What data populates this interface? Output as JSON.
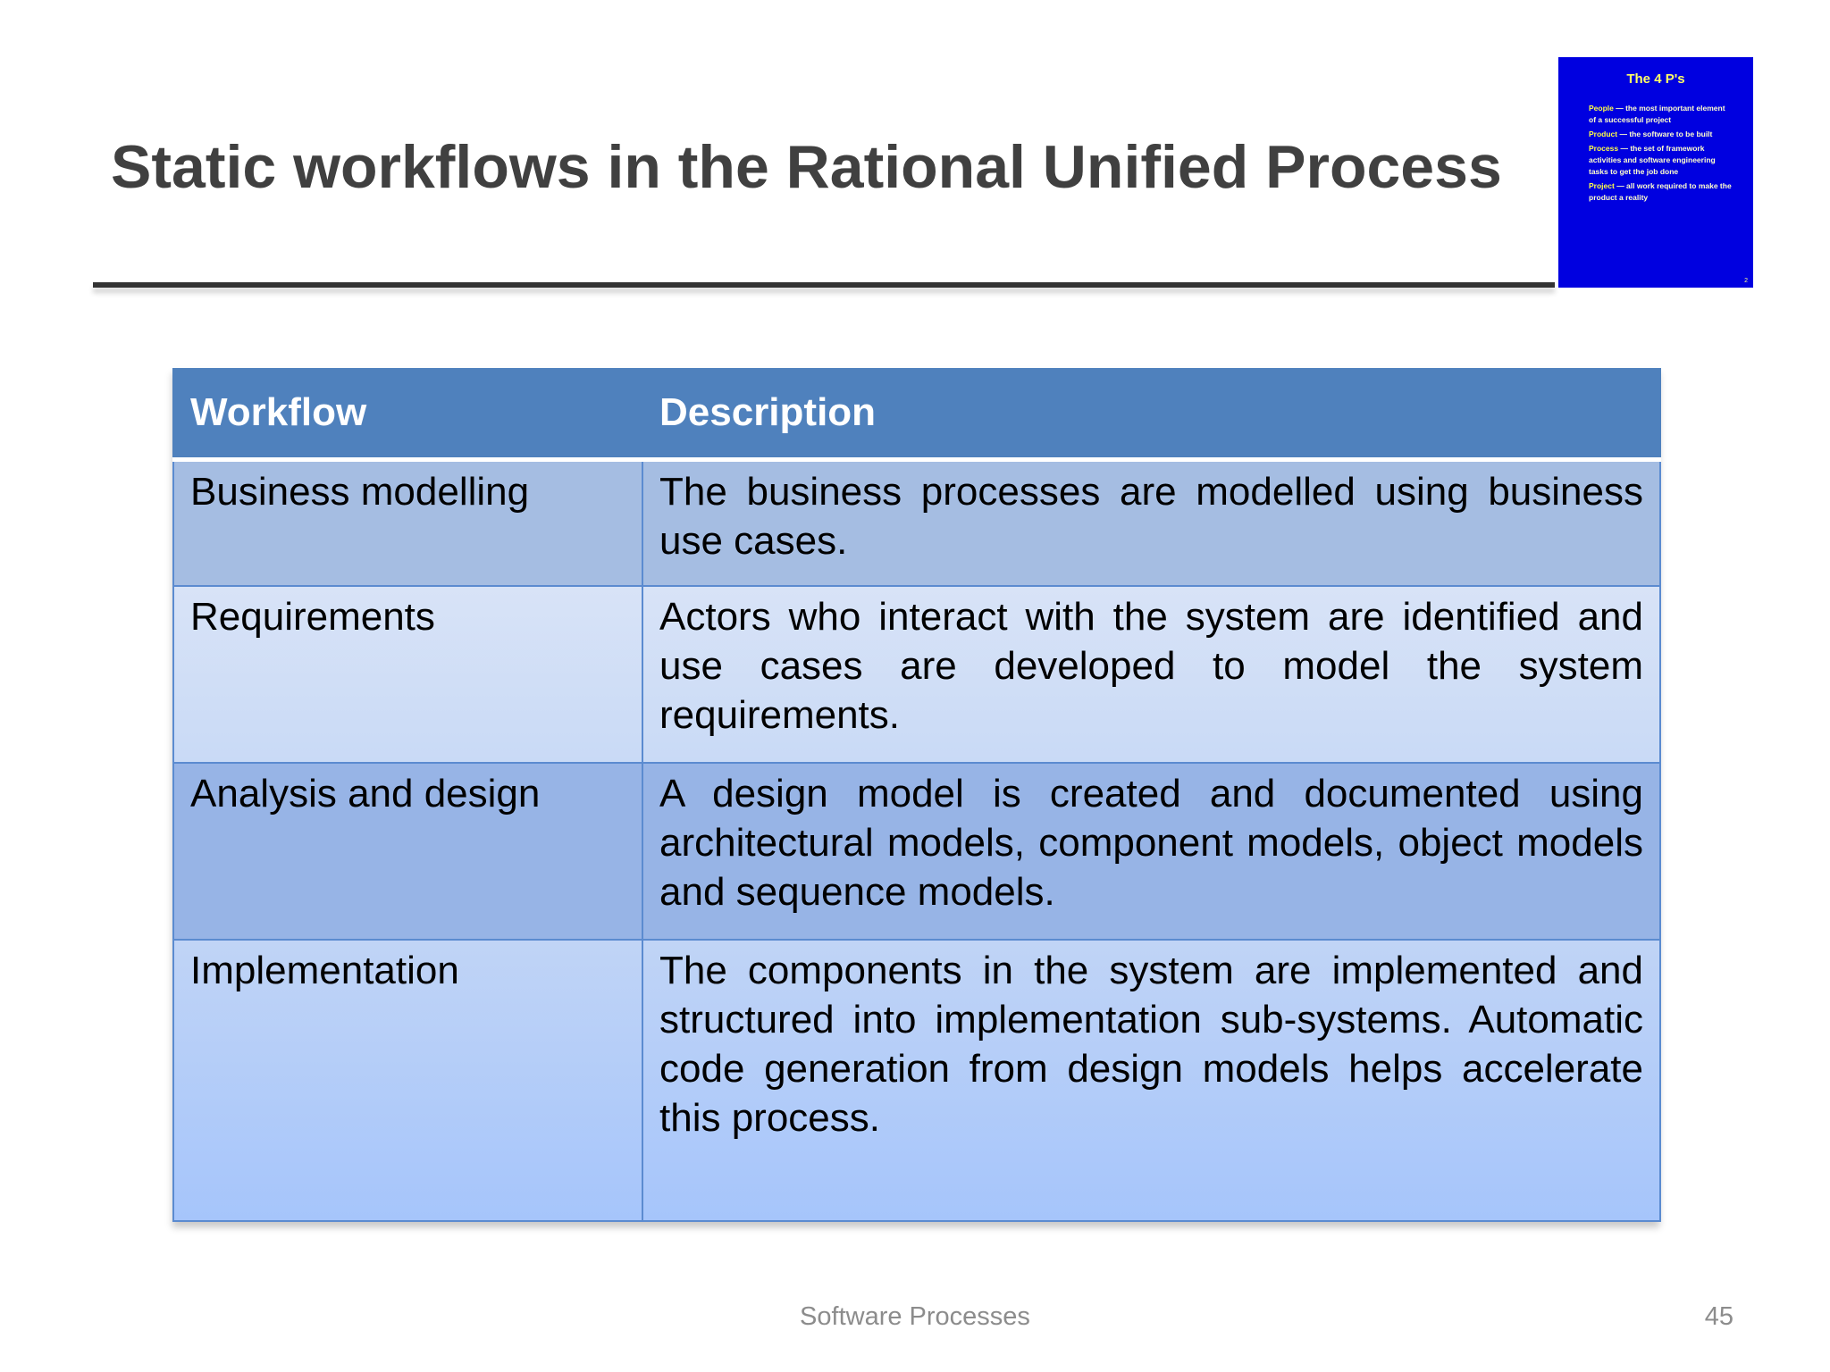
{
  "slide": {
    "title": "Static workflows in the Rational Unified Process",
    "page_number": "45",
    "footer": "Software Processes"
  },
  "thumbnail": {
    "title": "The 4 P's",
    "items": [
      {
        "term": "People",
        "text": " — the most important element of a successful project"
      },
      {
        "term": "Product",
        "text": " — the software to be built"
      },
      {
        "term": "Process",
        "text": " — the set of framework activities and software engineering tasks to get the job done"
      },
      {
        "term": "Project",
        "text": " — all work required to make the product a reality"
      }
    ],
    "page": "2",
    "background_color": "#0000e0"
  },
  "table": {
    "headers": [
      "Workflow",
      "Description"
    ],
    "rows": [
      {
        "workflow": "Business modelling",
        "description": "The business processes are modelled using business use cases."
      },
      {
        "workflow": "Requirements",
        "description": "Actors who interact with the system are identified and use cases are developed to model the system requirements."
      },
      {
        "workflow": "Analysis and design",
        "description": "A design model is created and documented using architectural models, component models, object models and sequence models."
      },
      {
        "workflow": "Implementation",
        "description": "The components in the system are implemented and structured into implementation sub-systems. Automatic code generation from design models helps accelerate this process."
      }
    ],
    "header_color": "#4f81bd"
  }
}
